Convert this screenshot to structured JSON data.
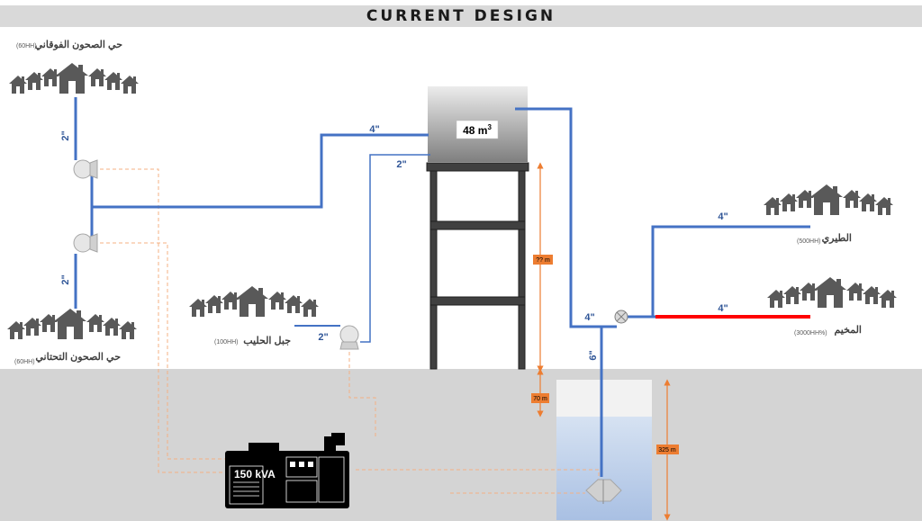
{
  "title": "CURRENT DESIGN",
  "communities": {
    "upper_sahoon": {
      "name": "حي الصحون الفوقاني",
      "households": "(60HH)"
    },
    "lower_sahoon": {
      "name": "حي الصحون التحتاني",
      "households": "(60HH)"
    },
    "jabal_halib": {
      "name": "جبل الحليب",
      "households": "(100HH)"
    },
    "tairi": {
      "name": "الطيري",
      "households": "(500HH)"
    },
    "camp": {
      "name": "المخيم",
      "households": "(3000HH%)"
    }
  },
  "tank": {
    "volume": "48 m",
    "volume_sup": "3"
  },
  "pipes": {
    "upper_branch": "2\"",
    "lower_branch": "2\"",
    "main_to_tank": "4\"",
    "tank_inlet": "2\"",
    "jabal_line": "2\"",
    "tank_outlet": "4\"",
    "well_riser": "6\"",
    "tairi_line": "4\"",
    "camp_line": "4\""
  },
  "dimensions": {
    "tank_height": "?? m",
    "water_depth": "70 m",
    "well_depth": "325 m"
  },
  "generator": {
    "rating": "150 kVA"
  },
  "colors": {
    "pipe": "#4472c4",
    "pipe_problem": "#ff0000",
    "dimension": "#ed7d31",
    "cable": "#f4b183",
    "house": "#595959",
    "ground": "#d4d4d4"
  }
}
